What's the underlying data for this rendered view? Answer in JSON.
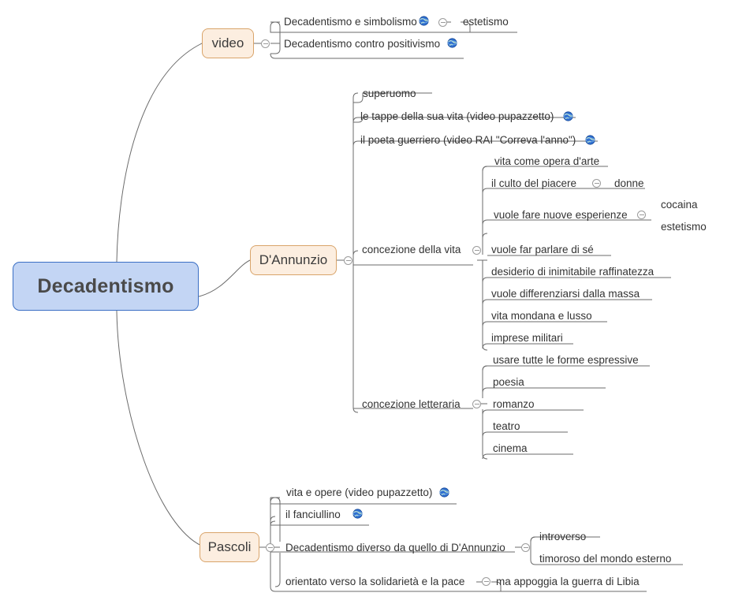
{
  "root": {
    "label": "Decadentismo"
  },
  "colors": {
    "root_fill": "#c3d5f4",
    "root_border": "#3b6fc4",
    "branch_fill": "#fceee0",
    "branch_border": "#d9a46a",
    "line": "#6b6b6b",
    "text": "#333333",
    "globe": "#2f6fd0"
  },
  "icons": {
    "globe": "globe-icon",
    "collapse": "collapse-toggle-icon"
  },
  "branches": {
    "video": {
      "label": "video",
      "children": [
        {
          "label": "Decadentismo e simbolismo",
          "has_link": true,
          "children": [
            {
              "label": "estetismo"
            }
          ]
        },
        {
          "label": "Decadentismo contro positivismo",
          "has_link": true
        }
      ]
    },
    "dannunzio": {
      "label": "D'Annunzio",
      "children": [
        {
          "label": "superuomo"
        },
        {
          "label": "le tappe della sua vita (video pupazzetto)",
          "has_link": true
        },
        {
          "label": "il poeta guerriero (video RAI \"Correva l'anno\")",
          "has_link": true
        },
        {
          "label": "concezione della vita",
          "children": [
            {
              "label": "vita come opera d'arte"
            },
            {
              "label": "il culto del piacere",
              "children": [
                {
                  "label": "donne"
                }
              ]
            },
            {
              "label": "vuole fare nuove esperienze",
              "children": [
                {
                  "label": "cocaina"
                },
                {
                  "label": "estetismo"
                }
              ]
            },
            {
              "label": "vuole far parlare di sé"
            },
            {
              "label": "desiderio di inimitabile raffinatezza"
            },
            {
              "label": "vuole differenziarsi dalla massa"
            },
            {
              "label": "vita mondana e lusso"
            },
            {
              "label": "imprese militari"
            }
          ]
        },
        {
          "label": "concezione letteraria",
          "children": [
            {
              "label": "usare tutte le forme espressive"
            },
            {
              "label": "poesia"
            },
            {
              "label": "romanzo"
            },
            {
              "label": "teatro"
            },
            {
              "label": "cinema"
            }
          ]
        }
      ]
    },
    "pascoli": {
      "label": "Pascoli",
      "children": [
        {
          "label": "vita e opere (video pupazzetto)",
          "has_link": true
        },
        {
          "label": "il fanciullino",
          "has_link": true
        },
        {
          "label": "Decadentismo diverso da quello di D'Annunzio",
          "children": [
            {
              "label": "introverso"
            },
            {
              "label": "timoroso del mondo esterno"
            }
          ]
        },
        {
          "label": "orientato verso la solidarietà e la pace",
          "children": [
            {
              "label": "ma appoggia la guerra di Libia"
            }
          ]
        }
      ]
    }
  }
}
